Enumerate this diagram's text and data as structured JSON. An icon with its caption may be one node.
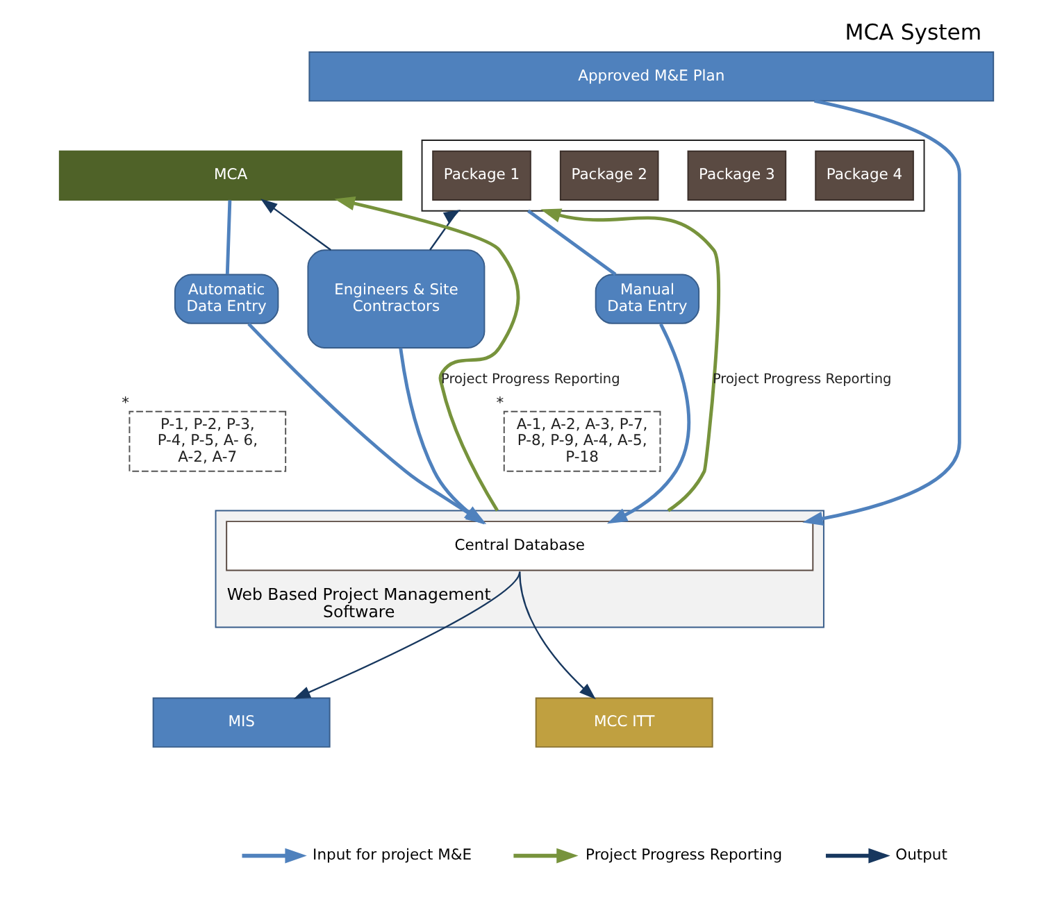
{
  "diagram": {
    "title": "MCA System",
    "nodes": [
      {
        "text": [
          "Approved M&E Plan"
        ]
      },
      {
        "text": [
          "MCA"
        ]
      },
      {
        "text": [],
        "shape": "box"
      },
      {
        "text": [
          "Package 1"
        ],
        "in": 2
      },
      {
        "text": [
          "Package 2"
        ],
        "in": 2
      },
      {
        "text": [
          "Package 3"
        ],
        "in": 2
      },
      {
        "text": [
          "Package 4"
        ],
        "in": 2
      },
      {
        "text": [
          "Automatic Data Entry"
        ]
      },
      {
        "text": [
          "P-1, P-2, P-3, P-4, P-5, A- 6, A-2, A-7"
        ],
        "beside": [
          "*"
        ]
      },
      {
        "text": [
          "Engineers & Site Contractors"
        ]
      },
      {
        "text": [
          "Manual Data Entry"
        ]
      },
      {
        "text": [
          "A-1, A-2, A-3, P-7, P-8, P-9, A-4, A-5, P-18"
        ],
        "beside": [
          "*"
        ]
      },
      {
        "text": [
          "Web Based Project Management Software"
        ]
      },
      {
        "text": [
          "Central Database"
        ],
        "in": 12
      },
      {
        "text": [
          "MIS"
        ]
      },
      {
        "text": [
          "MCC ITT"
        ]
      }
    ],
    "edges": [
      {
        "from": 0,
        "to": 13,
        "arrow": "to"
      },
      {
        "from": 1,
        "to": 7,
        "arrow": "none"
      },
      {
        "from": 7,
        "to": 13,
        "arrow": "to"
      },
      {
        "from": 2,
        "to": 10,
        "arrow": "none"
      },
      {
        "from": 10,
        "to": 13,
        "arrow": "to"
      },
      {
        "from": 9,
        "to": 13,
        "arrow": "to"
      },
      {
        "from": 9,
        "to": 1,
        "arrow": "to",
        "color": "#17375e"
      },
      {
        "from": 9,
        "to": 2,
        "arrow": "to",
        "color": "#17375e"
      },
      {
        "from": 12,
        "to": 1,
        "arrow": "to",
        "label": "Project Progress Reporting",
        "color": "#77933c"
      },
      {
        "from": 12,
        "to": 2,
        "arrow": "to",
        "label": "Project Progress Reporting",
        "color": "#77933c"
      },
      {
        "from": 13,
        "to": 14,
        "arrow": "to",
        "color": "#17375e"
      },
      {
        "from": 13,
        "to": 15,
        "arrow": "to",
        "color": "#17375e"
      }
    ],
    "legend": [
      {
        "text": "Input for project M&E",
        "color": "#4f81bd"
      },
      {
        "text": "Project Progress Reporting",
        "color": "#77933c"
      },
      {
        "text": "Output",
        "color": "#17375e"
      }
    ]
  }
}
